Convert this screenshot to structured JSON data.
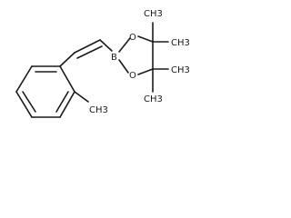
{
  "molecule": {
    "atoms": {
      "boron": "B",
      "oxygen_top": "O",
      "oxygen_bottom": "O",
      "methyl_aryl": "CH3",
      "methyl_dioxaborolane_1": "CH3",
      "methyl_dioxaborolane_2": "CH3",
      "methyl_dioxaborolane_3": "CH3",
      "methyl_dioxaborolane_4": "CH3"
    }
  }
}
